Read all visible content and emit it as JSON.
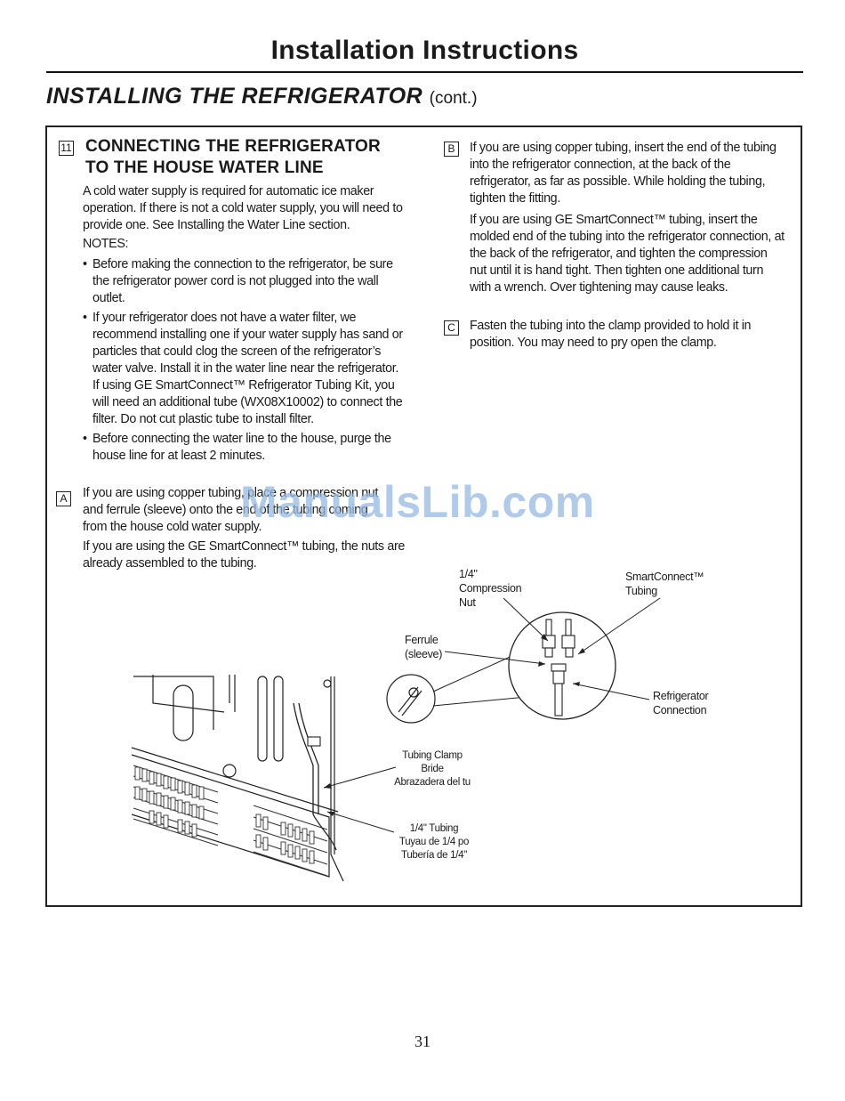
{
  "header": {
    "title": "Installation Instructions"
  },
  "section": {
    "title": "INSTALLING THE REFRIGERATOR",
    "cont": "(cont.)"
  },
  "step": {
    "number": "11",
    "heading_line1": "CONNECTING THE REFRIGERATOR",
    "heading_line2": "TO THE HOUSE WATER LINE",
    "intro": "A cold water supply is required for automatic ice maker operation. If there is not a cold water supply, you will need to provide one. See Installing the Water Line section.",
    "notes_label": "NOTES:",
    "notes": [
      "Before making the connection to the refrigerator, be sure the refrigerator power cord is not plugged into the wall outlet.",
      "If your refrigerator does not have a water filter, we recommend installing one if your water supply has sand or particles that could clog the screen of the refrigerator’s water valve. Install it in the water line near the refrigerator. If using GE SmartConnect™ Refrigerator Tubing Kit, you will need an additional tube (WX08X10002) to connect the filter. Do not cut plastic tube to install filter.",
      "Before connecting the water line to the house, purge the house line for at least 2 minutes."
    ]
  },
  "substeps": {
    "a": {
      "letter": "A",
      "text_line1": "If you are using copper tubing, place a compression nut",
      "text_line2": "and ferrule (sleeve) onto the end of the tubing coming",
      "text_line3": "from the house cold water supply.",
      "text2": "If you are using the GE SmartConnect™ tubing, the nuts are already assembled to the tubing."
    },
    "b": {
      "letter": "B",
      "text": "If you are using copper tubing, insert the end of the tubing into the refrigerator connection, at the back of the refrigerator, as far as possible. While holding the tubing, tighten the fitting.",
      "text2": "If you are using GE SmartConnect™ tubing, insert the molded end of the tubing into the refrigerator connection, at the back of the refrigerator, and tighten the compression nut until it is hand tight. Then tighten one additional turn with a wrench. Over tightening may cause leaks."
    },
    "c": {
      "letter": "C",
      "text": "Fasten the tubing into the clamp provided to hold it in position. You may need to pry open the clamp."
    }
  },
  "diagram": {
    "label_nut_1": "1/4\"",
    "label_nut_2": "Compression",
    "label_nut_3": "Nut",
    "label_smart_1": "SmartConnect™",
    "label_smart_2": "Tubing",
    "label_ferrule_1": "Ferrule",
    "label_ferrule_2": "(sleeve)",
    "label_refconn_1": "Refrigerator",
    "label_refconn_2": "Connection",
    "label_clamp_1": "Tubing Clamp",
    "label_clamp_2": "Bride",
    "label_clamp_3": "Abrazadera del tu",
    "label_tubing_1": "1/4\" Tubing",
    "label_tubing_2": "Tuyau de 1/4 po",
    "label_tubing_3": "Tubería de 1/4\""
  },
  "watermark": "ManualsLib.com",
  "footer": {
    "page_number": "31"
  }
}
